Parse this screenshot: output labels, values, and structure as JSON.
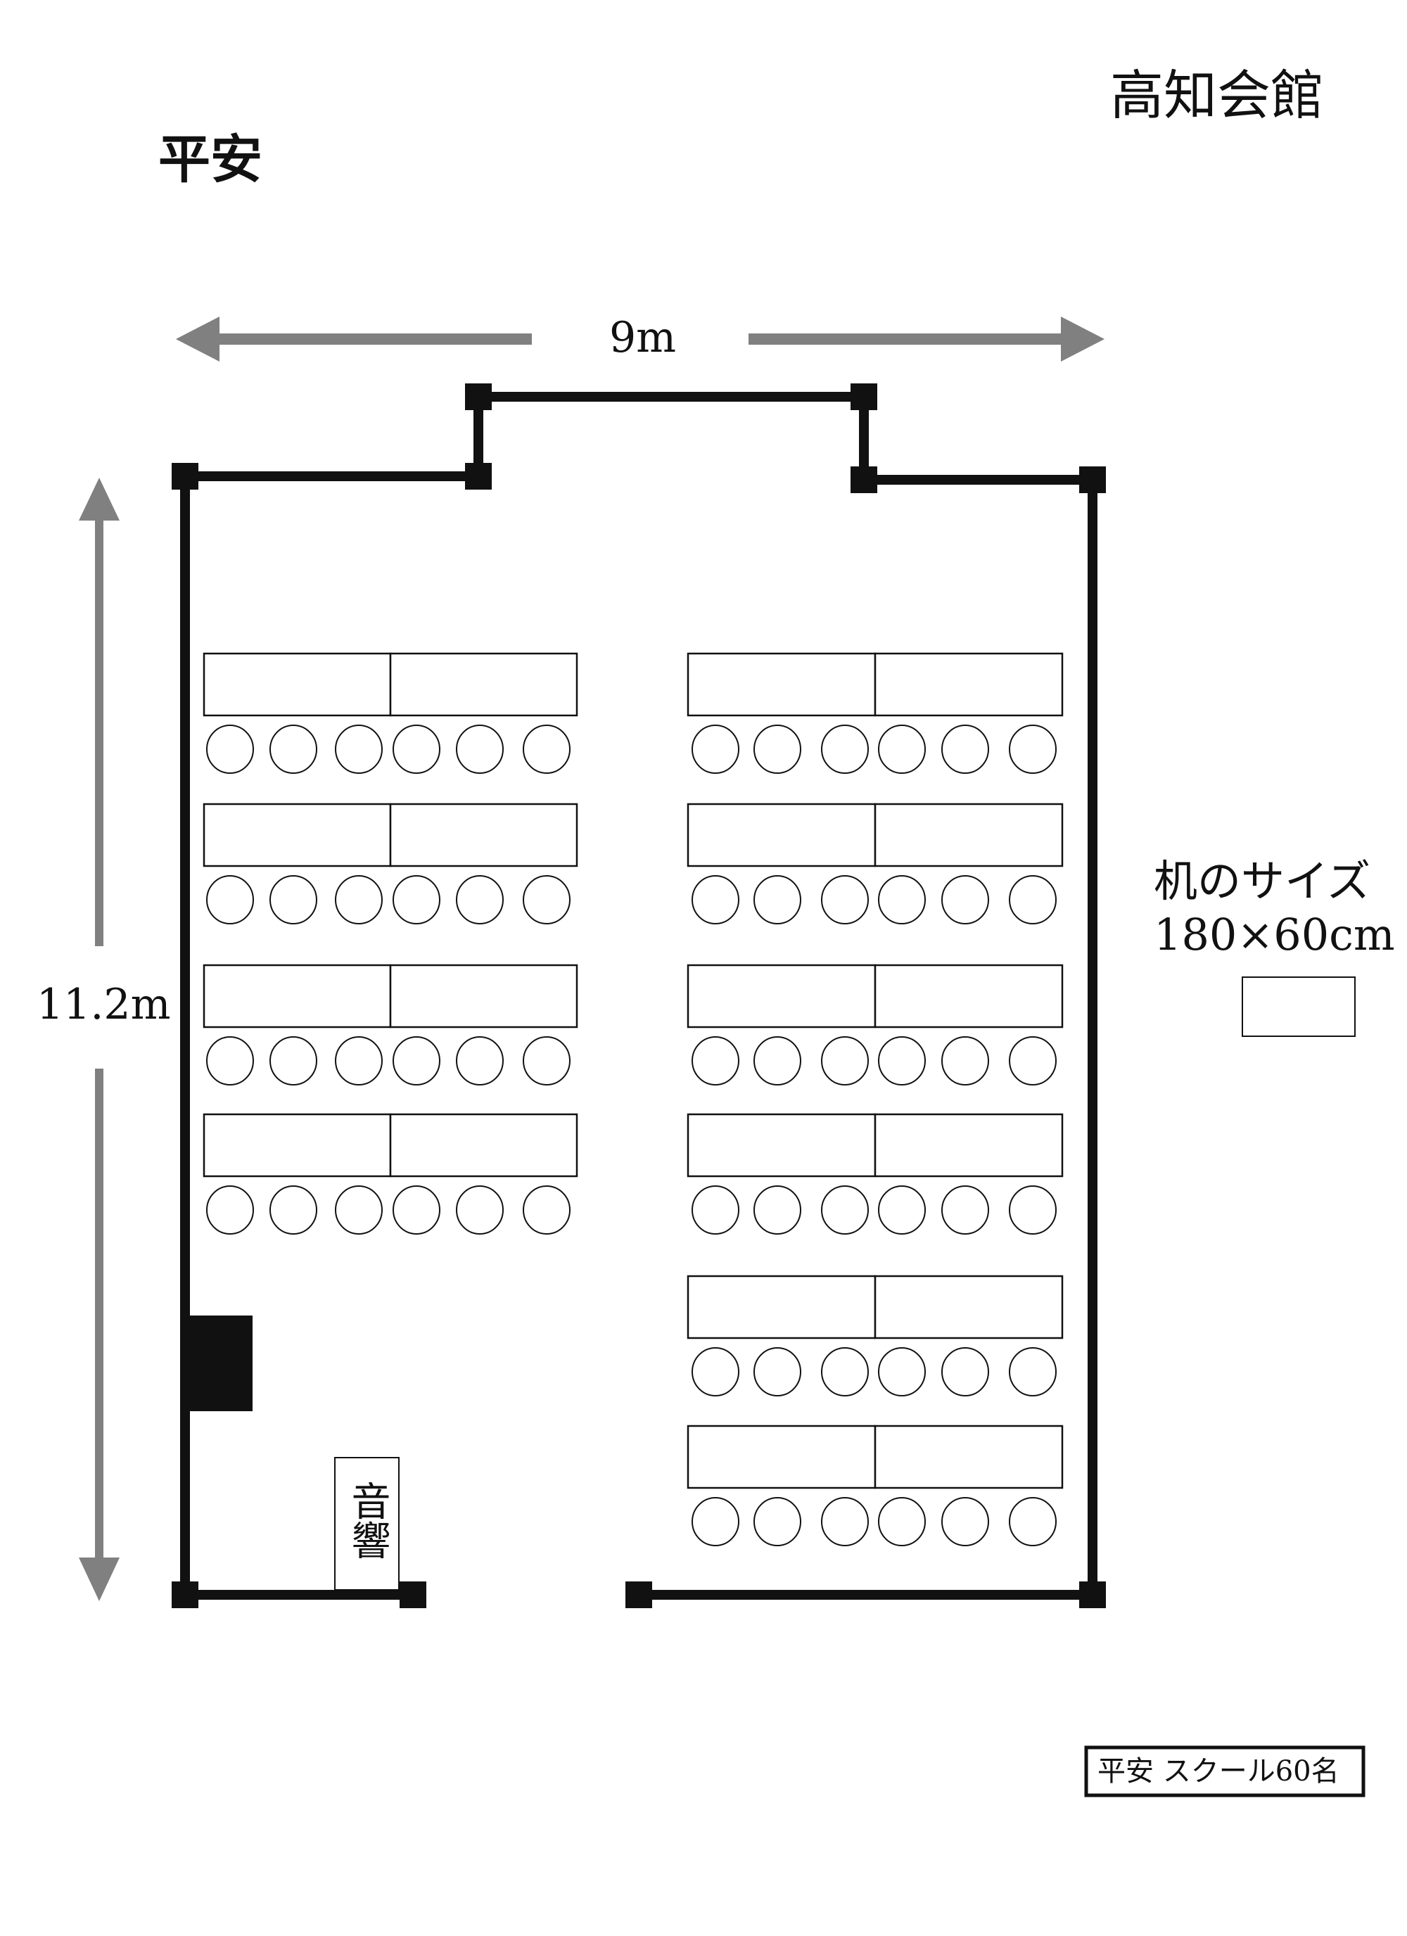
{
  "room_name": "平安",
  "venue_name": "高知会館",
  "width_label": "9m",
  "depth_label": "11.2m",
  "desk_size_title": "机のサイズ",
  "desk_size_value": "180×60cm",
  "sound_label": "音響",
  "layout_caption": "平安 スクール60名",
  "colors": {
    "wall": "#111111",
    "arrow": "#808080"
  }
}
